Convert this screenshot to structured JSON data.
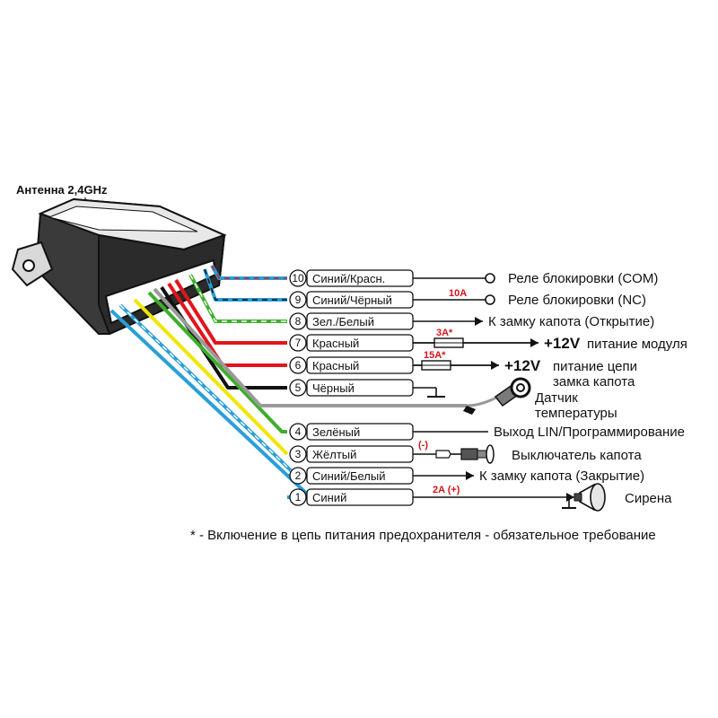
{
  "antenna_label": "Антенна 2,4GHz",
  "colors": {
    "blue": "#2a9fd8",
    "red": "#e3141b",
    "green": "#3dae2b",
    "yellow": "#f2e500",
    "black": "#111111",
    "gray": "#9a9a9a"
  },
  "wires": [
    {
      "num": "10",
      "label": "Синий/Красн.",
      "dest": "Реле блокировки (COM)",
      "color": "blue",
      "stripe": "red",
      "end": "terminal"
    },
    {
      "num": "9",
      "label": "Синий/Чёрный",
      "dest": "Реле блокировки (NC)",
      "color": "blue",
      "stripe": "black",
      "end": "terminal",
      "fuse": "10A"
    },
    {
      "num": "8",
      "label": "Зел./Белый",
      "dest": "К замку капота (Открытие)",
      "color": "green",
      "stripe": "white",
      "end": "arrow"
    },
    {
      "num": "7",
      "label": "Красный",
      "fuse": "3A*",
      "volt": "+12V",
      "dest": "питание модуля",
      "color": "red",
      "end": "fuse-arrow"
    },
    {
      "num": "6",
      "label": "Красный",
      "fuse": "15A*",
      "volt": "+12V",
      "dest": "питание цепи",
      "dest2": "замка капота",
      "color": "red",
      "end": "fuse-arrow"
    },
    {
      "num": "5",
      "label": "Чёрный",
      "color": "black",
      "end": "ground"
    },
    {
      "num": "4",
      "label": "Зелёный",
      "dest": "Выход LIN/Программирование",
      "color": "green",
      "end": "line"
    },
    {
      "num": "3",
      "label": "Жёлтый",
      "dest": "Выключатель капота",
      "polarity": "(-)",
      "color": "yellow",
      "end": "switch"
    },
    {
      "num": "2",
      "label": "Синий/Белый",
      "dest": "К замку капота (Закрытие)",
      "color": "blue",
      "stripe": "white",
      "end": "arrow"
    },
    {
      "num": "1",
      "label": "Синий",
      "dest": "Сирена",
      "fuse": "2A (+)",
      "color": "blue",
      "end": "siren"
    }
  ],
  "temp_sensor": {
    "line1": "Датчик",
    "line2": "температуры"
  },
  "footnote": "* - Включение в цепь питания предохранителя - обязательное требование"
}
